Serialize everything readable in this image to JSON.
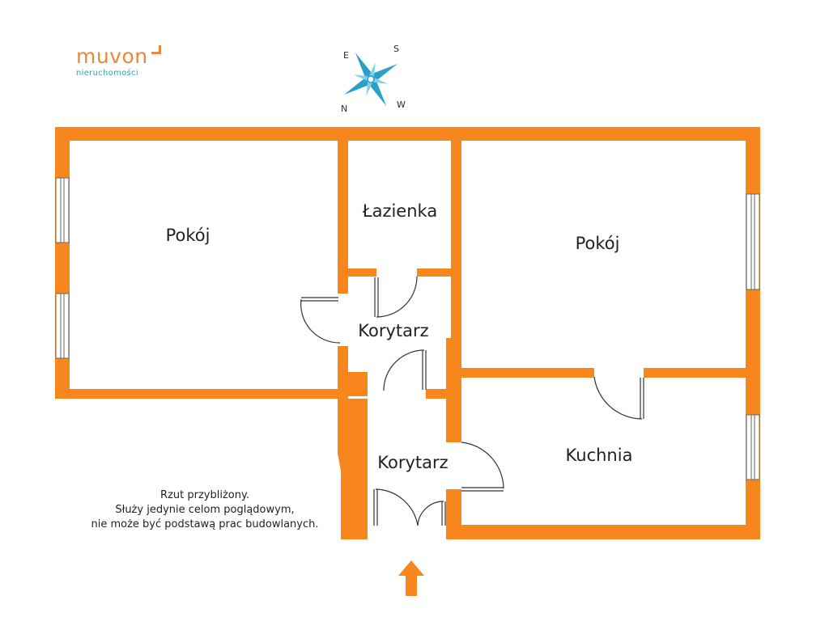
{
  "brand": {
    "name": "muvon",
    "subtitle": "nieruchomości"
  },
  "compass": {
    "labels": [
      "E",
      "S",
      "N",
      "W"
    ]
  },
  "rooms": [
    {
      "name": "Pokój"
    },
    {
      "name": "Łazienka"
    },
    {
      "name": "Pokój"
    },
    {
      "name": "Korytarz"
    },
    {
      "name": "Korytarz"
    },
    {
      "name": "Kuchnia"
    }
  ],
  "note": {
    "lines": [
      "Rzut przybliżony.",
      "Służy jedynie celom poglądowym,",
      "nie może być podstawą prac budowlanych."
    ]
  },
  "colors": {
    "wall": "#f7861c",
    "compass": "#2a9fc9",
    "brand": "#e58a3f",
    "brand_sub": "#2aa5b0"
  }
}
